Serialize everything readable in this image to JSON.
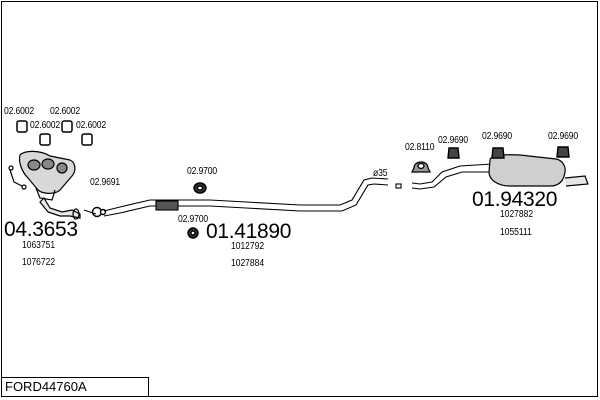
{
  "footer": {
    "model": "FORD44760A"
  },
  "front": {
    "gasket_labels": [
      "02.6002",
      "02.6002",
      "02.6002",
      "02.6002"
    ],
    "gasket2_label": "02.9691",
    "part": "04.3653",
    "refs": [
      "1063751",
      "1076722"
    ]
  },
  "middle": {
    "hanger_label": "02.9700",
    "hanger_lower_label": "02.9700",
    "part": "01.41890",
    "refs": [
      "1012792",
      "1027884"
    ],
    "diameter_label": "ø35"
  },
  "rear": {
    "clamp_label": "02.8110",
    "hanger_labels": [
      "02.9690",
      "02.9690",
      "02.9690"
    ],
    "part": "01.94320",
    "refs": [
      "1027882",
      "1055111"
    ]
  }
}
